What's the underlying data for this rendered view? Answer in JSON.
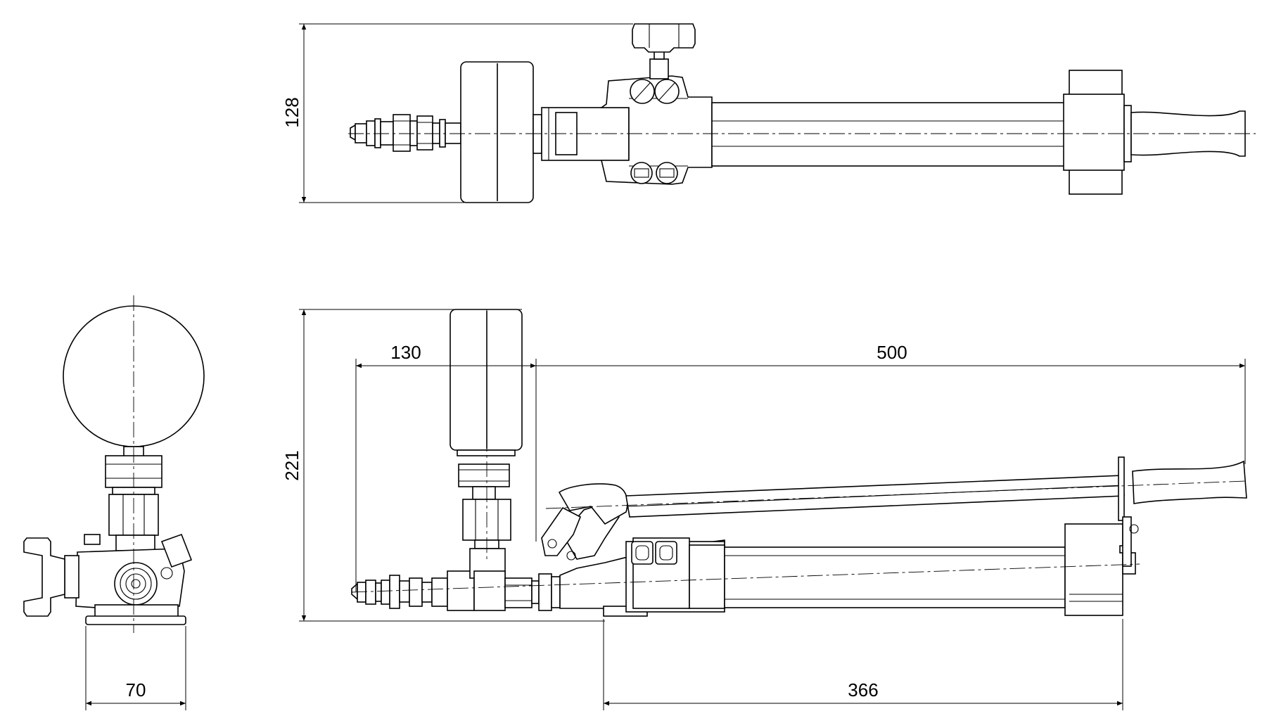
{
  "title": "",
  "views": {
    "top": {
      "dimension_height": "128"
    },
    "side": {
      "dimension_height": "221",
      "dimension_gauge_offset": "130",
      "dimension_handle_length": "500",
      "dimension_base_length": "366"
    },
    "front": {
      "dimension_base_width": "70"
    }
  },
  "colors": {
    "line": "#000000",
    "background": "#ffffff"
  }
}
